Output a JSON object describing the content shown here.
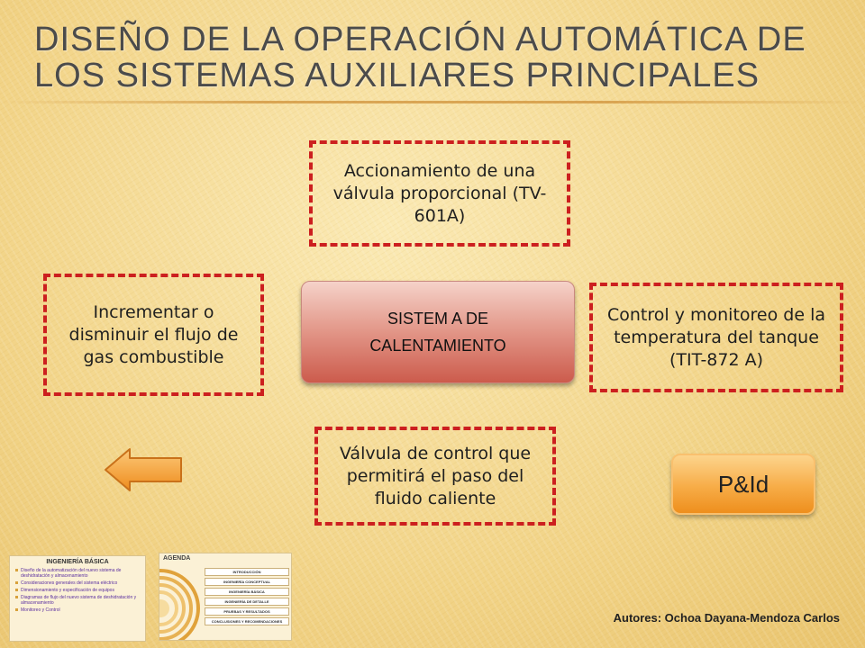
{
  "slide": {
    "title": "Diseño de la operación automática de los sistemas auxiliares principales"
  },
  "diagram": {
    "center_label": "SISTEM A DE CALENTAMIENTO",
    "top_box": "Accionamiento de una válvula proporcional (TV-601A)",
    "left_box": "Incrementar o disminuir el flujo de gas combustible",
    "right_box": "Control y monitoreo de la temperatura del tanque (TIT-872 A)",
    "bottom_box": "Válvula de control que permitirá el paso del fluido caliente"
  },
  "buttons": {
    "pid_label": "P&Id",
    "back_arrow_icon": "left-arrow-icon"
  },
  "thumbnails": {
    "ingenieria_basica": {
      "title": "INGENIERÍA BÁSICA",
      "items": [
        "Diseño de la automatización del nuevo sistema de deshidratación y almacenamiento",
        "Consideraciones generales del sistema eléctrico",
        "Dimensionamiento y especificación de equipos",
        "Diagramas de flujo del nuevo sistema de deshidratación y almacenamiento",
        "Monitoreo y Control"
      ]
    },
    "agenda": {
      "title": "AGENDA",
      "items": [
        "INTRODUCCIÓN",
        "INGENIERÍA CONCEPTUAL",
        "INGENIERÍA BÁSICA",
        "INGENIERÍA DE DETALLE",
        "PRUEBAS Y RESULTADOS",
        "CONCLUSIONES Y RECOMENDACIONES"
      ]
    }
  },
  "footer": {
    "authors": "Autores: Ochoa Dayana-Mendoza Carlos"
  },
  "colors": {
    "dashed_border": "#cc1f1f",
    "center_box": "#e49b8d",
    "pid_button": "#f7ac47",
    "arrow": "#f0a23c"
  }
}
